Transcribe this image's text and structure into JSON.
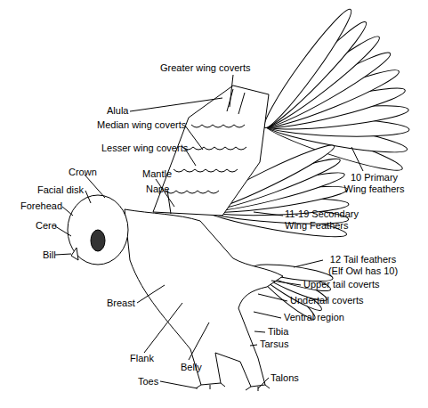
{
  "diagram": {
    "labels": [
      "Greater wing coverts",
      "Alula",
      "Median wing coverts",
      "Lesser wing coverts",
      "Crown",
      "Mantle",
      "Facial disk",
      "Nape",
      "Forehead",
      "10 Primary Wing feathers",
      "11-19 Secondary Wing Feathers",
      "Cere",
      "Bill",
      "12 Tail feathers (Elf Owl has 10)",
      "Upper tail coverts",
      "Breast",
      "Undertail coverts",
      "Ventral region",
      "Tibia",
      "Tarsus",
      "Flank",
      "Belly",
      "Toes",
      "Talons"
    ]
  }
}
